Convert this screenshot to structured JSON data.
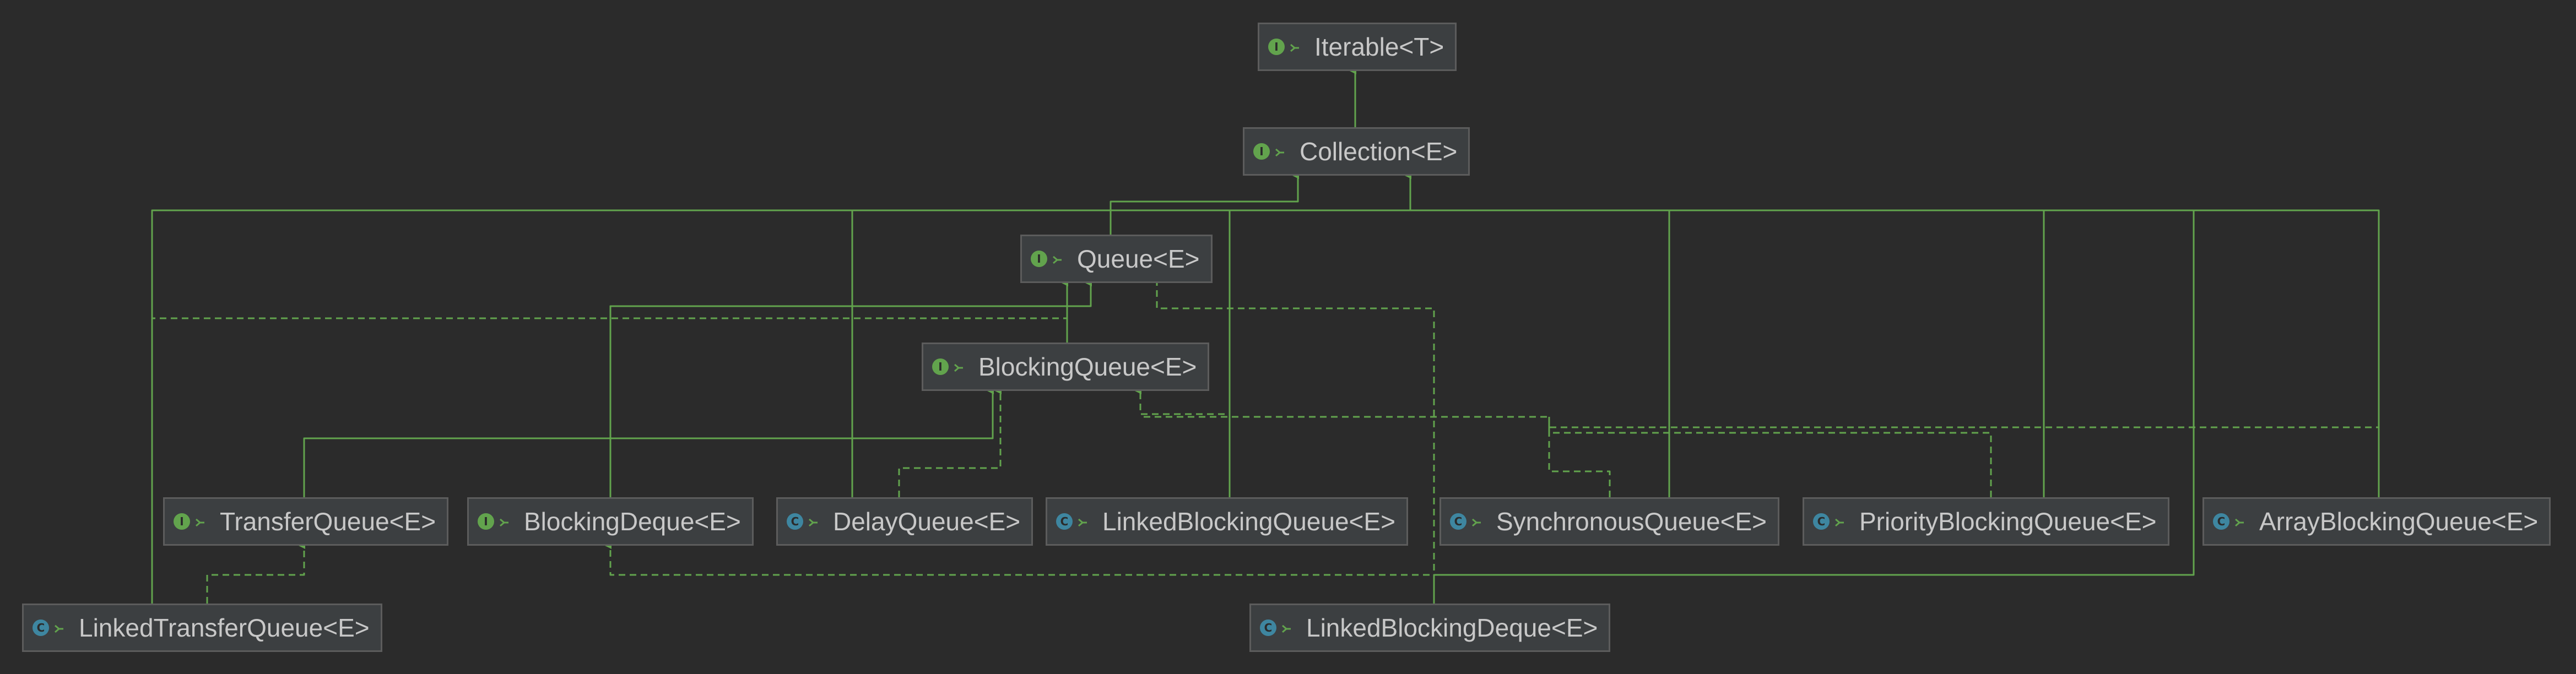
{
  "colors": {
    "background": "#2b2b2b",
    "node_fill": "#3c3f41",
    "node_border": "#5c5c5c",
    "text": "#c8c8c8",
    "extends_edge": "#62a34d",
    "implements_edge": "#62a34d",
    "interface_badge": "#62a34d",
    "class_badge": "#3e86a0"
  },
  "nodes": [
    {
      "id": "iterable",
      "label": "Iterable<T>",
      "kind": "interface"
    },
    {
      "id": "collection",
      "label": "Collection<E>",
      "kind": "interface"
    },
    {
      "id": "queue",
      "label": "Queue<E>",
      "kind": "interface"
    },
    {
      "id": "blockingqueue",
      "label": "BlockingQueue<E>",
      "kind": "interface"
    },
    {
      "id": "transferqueue",
      "label": "TransferQueue<E>",
      "kind": "interface"
    },
    {
      "id": "blockingdeque",
      "label": "BlockingDeque<E>",
      "kind": "interface"
    },
    {
      "id": "delayqueue",
      "label": "DelayQueue<E>",
      "kind": "class"
    },
    {
      "id": "linkedblockingqueue",
      "label": "LinkedBlockingQueue<E>",
      "kind": "class"
    },
    {
      "id": "synchronousqueue",
      "label": "SynchronousQueue<E>",
      "kind": "class"
    },
    {
      "id": "priorityblockingqueue",
      "label": "PriorityBlockingQueue<E>",
      "kind": "class"
    },
    {
      "id": "arrayblockingqueue",
      "label": "ArrayBlockingQueue<E>",
      "kind": "class"
    },
    {
      "id": "linkedtransferqueue",
      "label": "LinkedTransferQueue<E>",
      "kind": "class"
    },
    {
      "id": "linkedblockingdeque",
      "label": "LinkedBlockingDeque<E>",
      "kind": "class"
    }
  ],
  "edges": [
    {
      "from": "collection",
      "to": "iterable",
      "type": "extends"
    },
    {
      "from": "queue",
      "to": "collection",
      "type": "extends"
    },
    {
      "from": "blockingqueue",
      "to": "queue",
      "type": "extends"
    },
    {
      "from": "transferqueue",
      "to": "blockingqueue",
      "type": "extends"
    },
    {
      "from": "blockingdeque",
      "to": "blockingqueue",
      "type": "extends"
    },
    {
      "from": "linkedtransferqueue",
      "to": "transferqueue",
      "type": "implements"
    },
    {
      "from": "linkedblockingdeque",
      "to": "blockingdeque",
      "type": "implements"
    },
    {
      "from": "delayqueue",
      "to": "blockingqueue",
      "type": "implements"
    },
    {
      "from": "linkedblockingqueue",
      "to": "blockingqueue",
      "type": "implements"
    },
    {
      "from": "synchronousqueue",
      "to": "blockingqueue",
      "type": "implements"
    },
    {
      "from": "priorityblockingqueue",
      "to": "blockingqueue",
      "type": "implements"
    },
    {
      "from": "arrayblockingqueue",
      "to": "blockingqueue",
      "type": "implements"
    },
    {
      "from": "delayqueue",
      "to": "collection",
      "type": "extends"
    },
    {
      "from": "linkedblockingqueue",
      "to": "collection",
      "type": "extends"
    },
    {
      "from": "synchronousqueue",
      "to": "collection",
      "type": "extends"
    },
    {
      "from": "priorityblockingqueue",
      "to": "collection",
      "type": "extends"
    },
    {
      "from": "arrayblockingqueue",
      "to": "collection",
      "type": "extends"
    },
    {
      "from": "linkedtransferqueue",
      "to": "collection",
      "type": "extends"
    },
    {
      "from": "linkedblockingdeque",
      "to": "collection",
      "type": "extends"
    },
    {
      "from": "blockingdeque",
      "to": "queue",
      "type": "extends"
    },
    {
      "from": "linkedtransferqueue",
      "to": "queue",
      "type": "implements"
    },
    {
      "from": "linkedblockingdeque",
      "to": "queue",
      "type": "implements"
    }
  ]
}
